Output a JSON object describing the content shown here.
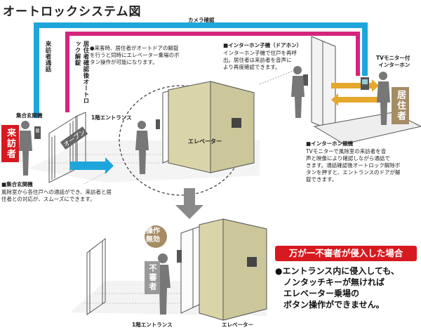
{
  "title": "オートロックシステム図",
  "labels": {
    "camera_check": "カメラ確認",
    "visitor_call": "来訪者通話",
    "resident_unlock": "居住者確認後オートロック解錠",
    "open": "オープン",
    "floor1_entrance_top": "1階エントランス",
    "elevator_top": "エレベーター",
    "shuugou_genkanki": "集合玄関機",
    "visitor_tag": "来訪者",
    "resident_tag": "居住者",
    "tv_monitor_interphone": "TVモニター付\nインターホン",
    "sousa_muko": "操作\n無効",
    "fushinsha_tag": "不審者",
    "floor1_entrance_bottom": "1階エントランス",
    "elevator_bottom": "エレベーター"
  },
  "notes": {
    "visit_note": "●来客時、居住者がオートドアの解錠\nを行うと同時にエレベーター乗場のボ\nタン操作が可能になります。",
    "child_title": "■インターホン子機（ドアホン）",
    "child_text": "インターホン子機で住戸を再呼\n出。居住者は来訪者を音声に\nより再度確認できます。",
    "parent_title": "■インターホン親機",
    "parent_text": "TVモニターで風除室の来訪者を音\n声と映像により確認しながら通話で\nきます。通話確認後オートロック解除ボ\nタンを押すと、エントランスのドアが解\n錠できます。",
    "genkan_title": "■集合玄関機",
    "genkan_text": "風除室から各住戸への通話ができ、来訪者と居\n住者との対応が、スムーズにできます。",
    "alert_bar": "万が一不審者が侵入した場合",
    "alert_text": "●エントランス内に侵入しても、\n　ノンタッチキーが無ければ\n　エレベーター乗場の\n　ボタン操作ができません。"
  },
  "colors": {
    "cyan": "#1ea6dc",
    "magenta": "#d6247d",
    "red": "#d71920",
    "elevator_fill": "#d9d5a8",
    "gray_arrow": "#8a8a8a"
  }
}
